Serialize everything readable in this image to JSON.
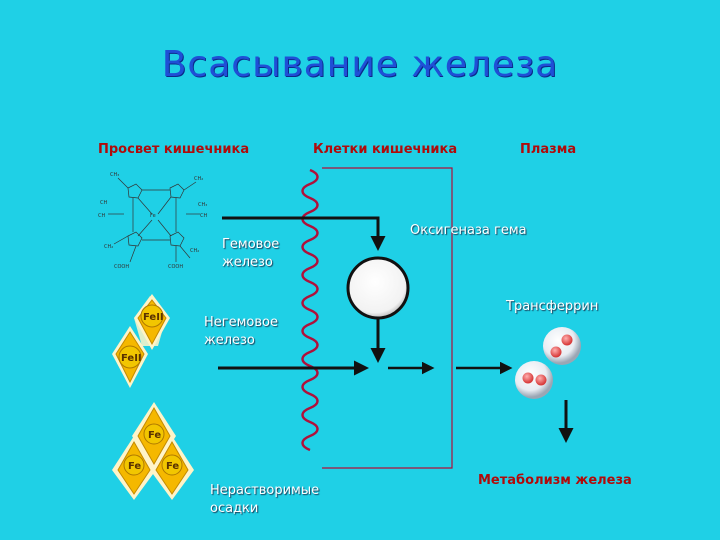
{
  "title": "Всасывание железа",
  "columns": {
    "lumen": "Просвет кишечника",
    "cells": "Клетки кишечника",
    "plasma": "Плазма"
  },
  "labels": {
    "heme_iron_1": "Гемовое",
    "heme_iron_2": "железо",
    "nonheme_iron_1": "Негемовое",
    "nonheme_iron_2": "железо",
    "heme_oxygenase": "Оксигеназа гема",
    "transferrin": "Трансферрин",
    "insoluble_1": "Нерастворимые",
    "insoluble_2": "осадки",
    "iron_metabolism": "Метаболизм железа"
  },
  "hex_labels": {
    "feii_a": "FeII",
    "feii_b": "FeII",
    "fe_top": "Fe",
    "fe_left": "Fe",
    "fe_right": "Fe"
  },
  "molecule_labels": {
    "ch3_a": "CH₃",
    "ch2_a": "CH₂",
    "ch_a": "CH",
    "ch3_b": "CH₃",
    "ch_b": "CH",
    "ch_c": "CH",
    "ch2_b": "CH₂",
    "ch2_c": "CH₂",
    "fe": "Fe",
    "cooh_a": "COOH",
    "cooh_b": "COOH"
  },
  "colors": {
    "background": "#1fd0e6",
    "title": "#1f4fd6",
    "column_header": "#b00b0b",
    "hexagon_fill": "#f5b800",
    "hexagon_glow": "#fff4c8"
  }
}
